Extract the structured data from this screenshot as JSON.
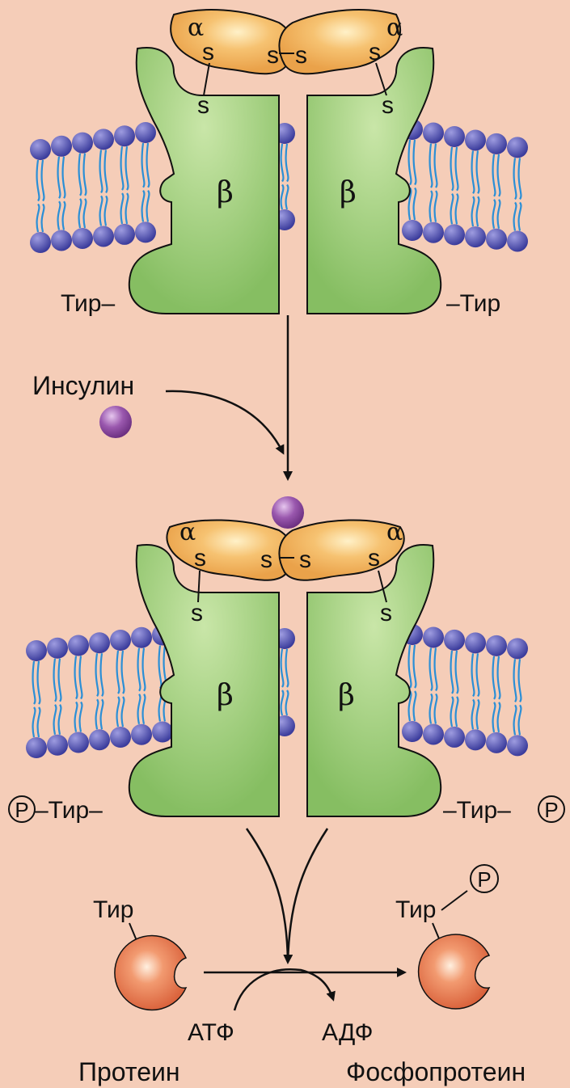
{
  "colors": {
    "background": "#f5cdb8",
    "beta_subunit": "#8fc46a",
    "alpha_subunit": "#f0b158",
    "lipid_head": "#4b4cab",
    "lipid_tail": "#2b8fd6",
    "insulin": "#8e4aa0",
    "protein": "#e0673f"
  },
  "icons": [
    "alpha-subunit-shape",
    "beta-subunit-shape",
    "phospholipid-bilayer",
    "insulin-ball",
    "protein-ball",
    "phosphate-circle"
  ],
  "receptor_top": {
    "alpha_left": "α",
    "alpha_right": "α",
    "beta_left": "β",
    "beta_right": "β",
    "s_left_upper": "s",
    "s_left_lower": "s",
    "s_center_left": "s",
    "s_center_right": "s",
    "s_right_upper": "s",
    "s_right_lower": "s",
    "tyr_left": "Тир–",
    "tyr_right": "–Тир"
  },
  "insulin_label": "Инсулин",
  "receptor_bottom": {
    "alpha_left": "α",
    "alpha_right": "α",
    "beta_left": "β",
    "beta_right": "β",
    "s_left_upper": "s",
    "s_left_lower": "s",
    "s_center_left": "s",
    "s_center_right": "s",
    "s_right_upper": "s",
    "s_right_lower": "s",
    "tyr_left": "–Тир–",
    "tyr_right": "–Тир–",
    "phospho_left": "P",
    "phospho_right": "P"
  },
  "reaction": {
    "tyr_left": "Тир",
    "tyr_right": "Тир",
    "phospho": "P",
    "atp": "АТФ",
    "adp": "АДФ",
    "protein": "Протеин",
    "phosphoprotein": "Фосфопротеин"
  }
}
